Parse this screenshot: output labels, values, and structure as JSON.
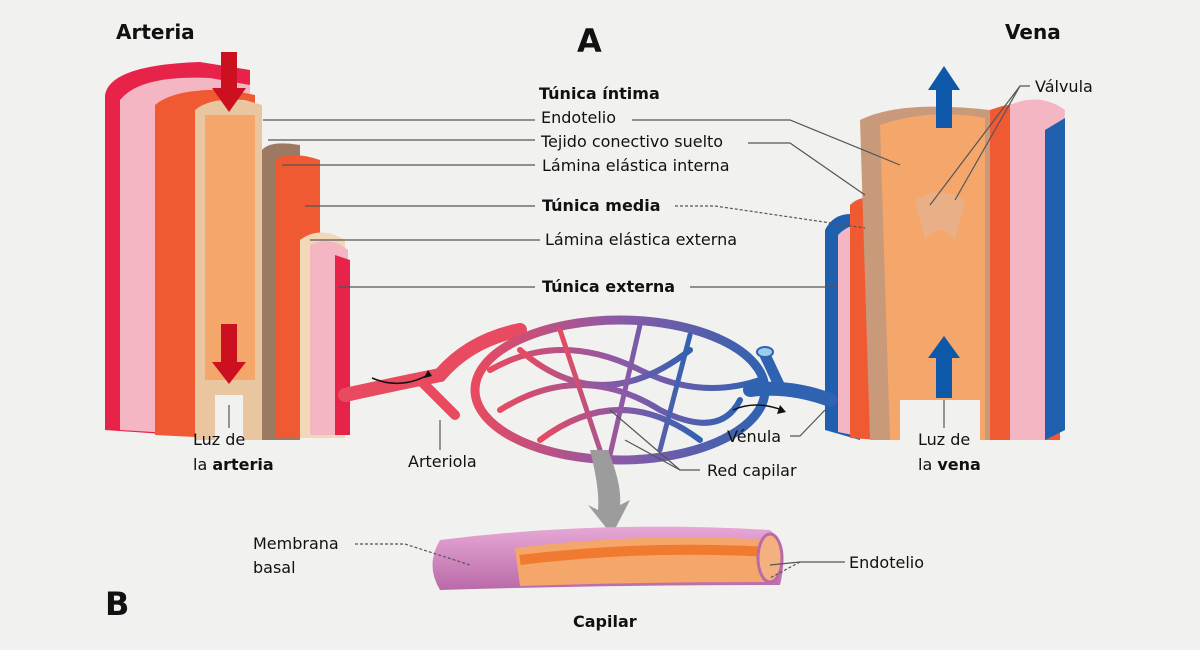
{
  "panel_labels": {
    "a": "A",
    "b": "B"
  },
  "titles": {
    "artery": "Arteria",
    "vein": "Vena",
    "capillary": "Capilar"
  },
  "center_labels": {
    "tunica_intima": "Túnica íntima",
    "endotelio": "Endotelio",
    "tejido_conectivo": "Tejido conectivo suelto",
    "lamina_interna": "Lámina elástica interna",
    "tunica_media": "Túnica media",
    "lamina_externa": "Lámina elástica externa",
    "tunica_externa": "Túnica externa"
  },
  "artery_lumen": {
    "line1": "Luz de",
    "line2_prefix": "la ",
    "line2_bold": "arteria"
  },
  "vein_lumen": {
    "line1": "Luz de",
    "line2_prefix": "la ",
    "line2_bold": "vena"
  },
  "vessel_labels": {
    "valvula": "Válvula",
    "arteriola": "Arteriola",
    "venula": "Vénula",
    "red_capilar": "Red capilar",
    "membrana_basal_1": "Membrana",
    "membrana_basal_2": "basal",
    "endotelio_capilar": "Endotelio"
  },
  "colors": {
    "arterial_red": "#d81f3c",
    "venous_blue": "#1f5fae",
    "arrow_red": "#cc1020",
    "arrow_blue": "#0d58a8",
    "muscle": "#f05a32",
    "lumen": "#f5a66a",
    "adventitia": "#f4b8c4",
    "capillary_purple": "#c57bb8"
  }
}
